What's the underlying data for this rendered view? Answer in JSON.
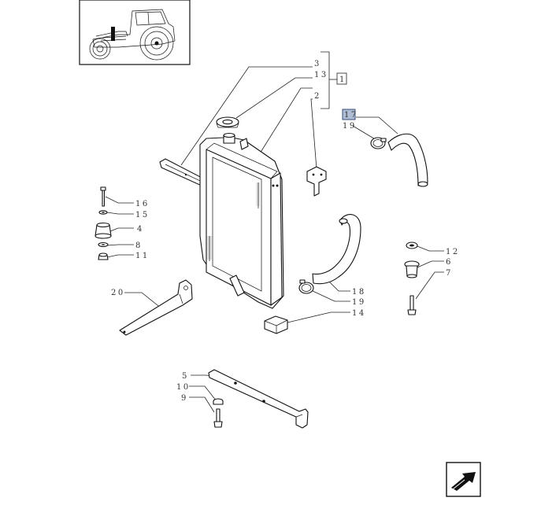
{
  "callouts": {
    "c3": "3",
    "c13": "13",
    "c2": "2",
    "c1": "1",
    "c17": "17",
    "c19a": "19",
    "c16": "16",
    "c15": "15",
    "c4": "4",
    "c8": "8",
    "c11": "11",
    "c12": "12",
    "c6": "6",
    "c7": "7",
    "c18": "18",
    "c19b": "19",
    "c14": "14",
    "c20": "20",
    "c5": "5",
    "c10": "10",
    "c9": "9"
  },
  "colors": {
    "highlight_fill": "#aebcd4",
    "highlight_stroke": "#3a4f7a"
  },
  "icons": {
    "thumbnail": "tractor-thumbnail-icon",
    "navigation": "next-page-arrow-icon"
  }
}
